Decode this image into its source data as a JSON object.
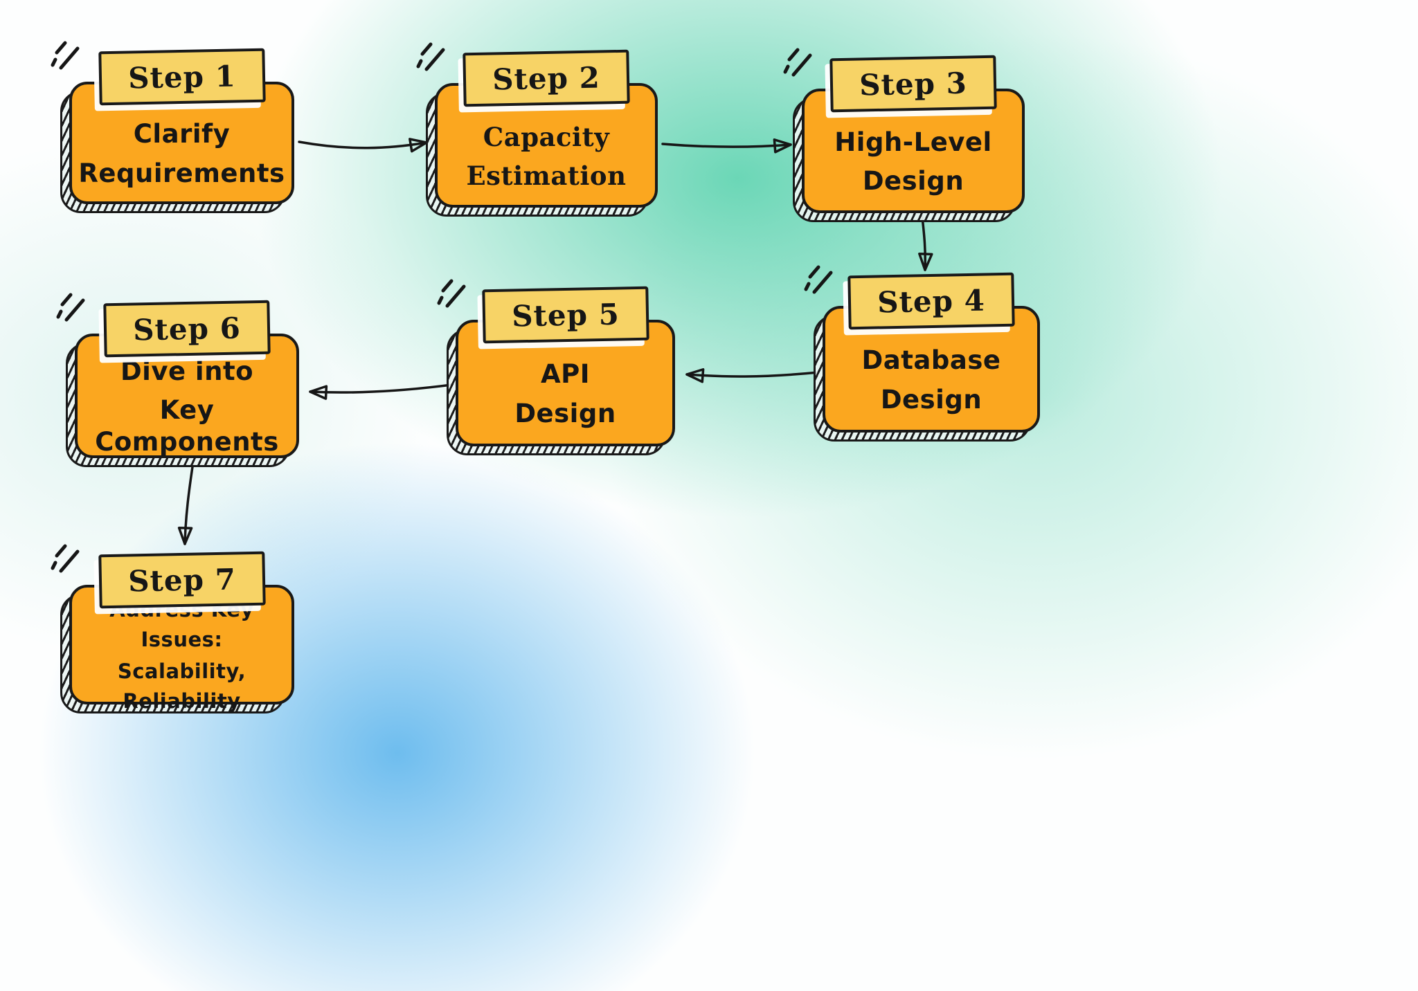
{
  "diagram": {
    "nodes": [
      {
        "id": "step-1",
        "label": "Step 1",
        "line1": "Clarify",
        "line2": "Requirements"
      },
      {
        "id": "step-2",
        "label": "Step 2",
        "line1": "Capacity",
        "line2": "Estimation"
      },
      {
        "id": "step-3",
        "label": "Step 3",
        "line1": "High-Level",
        "line2": "Design"
      },
      {
        "id": "step-4",
        "label": "Step 4",
        "line1": "Database",
        "line2": "Design"
      },
      {
        "id": "step-5",
        "label": "Step 5",
        "line1": "API",
        "line2": "Design"
      },
      {
        "id": "step-6",
        "label": "Step 6",
        "line1": "Dive into",
        "line2": "Key Components"
      },
      {
        "id": "step-7",
        "label": "Step 7",
        "line1": "Address Key Issues:",
        "line2": "Scalability, Reliability"
      }
    ],
    "edges": [
      {
        "from": "step-1",
        "to": "step-2"
      },
      {
        "from": "step-2",
        "to": "step-3"
      },
      {
        "from": "step-3",
        "to": "step-4"
      },
      {
        "from": "step-4",
        "to": "step-5"
      },
      {
        "from": "step-5",
        "to": "step-6"
      },
      {
        "from": "step-6",
        "to": "step-7"
      }
    ],
    "colors": {
      "node_fill": "#FBA71F",
      "label_fill": "#F7D366",
      "outline": "#191919",
      "bg_teal": "#4FC8A4",
      "bg_blue": "#45A7E6"
    }
  }
}
